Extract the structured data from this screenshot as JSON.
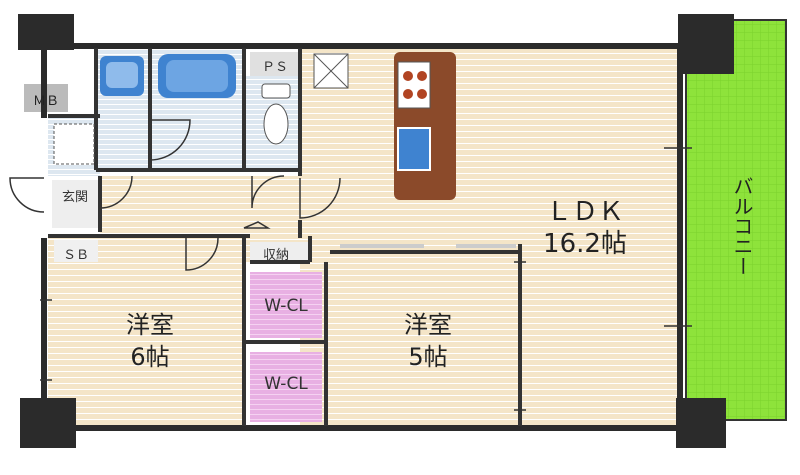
{
  "rooms": {
    "ldk": {
      "name": "ＬＤＫ",
      "size": "16.2帖"
    },
    "western_6": {
      "name": "洋室",
      "size": "6帖"
    },
    "western_5": {
      "name": "洋室",
      "size": "5帖"
    },
    "balcony": "バルコニー",
    "wcl_1": "W-CL",
    "wcl_2": "W-CL",
    "storage": "収納",
    "entrance": "玄関",
    "ps": "ＰＳ",
    "mb": "ＭＢ",
    "sb": "ＳＢ"
  },
  "colors": {
    "wood_floor": "#f4e5c8",
    "wood_line": "#ffffff",
    "wet_area": "#dde7f0",
    "bath_blue": "#3f83d0",
    "closet": "#e8b0e3",
    "balcony": "#8ee33b",
    "wall": "#2b2b2b",
    "kitchen_counter": "#8b4a2a"
  }
}
